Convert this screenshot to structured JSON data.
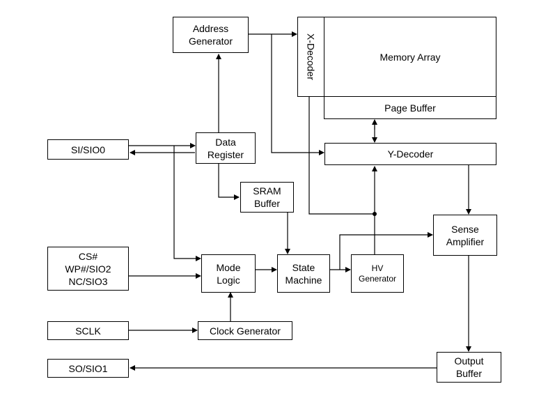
{
  "blocks": {
    "address_generator": "Address\nGenerator",
    "x_decoder": "X-Decoder",
    "memory_array": "Memory Array",
    "page_buffer": "Page Buffer",
    "si_sio0": "SI/SIO0",
    "data_register": "Data\nRegister",
    "y_decoder": "Y-Decoder",
    "sram_buffer": "SRAM\nBuffer",
    "sense_amplifier": "Sense\nAmplifier",
    "cs_wp_nc": "CS#\nWP#/SIO2\nNC/SIO3",
    "mode_logic": "Mode\nLogic",
    "state_machine": "State\nMachine",
    "hv_generator": "HV\nGenerator",
    "sclk": "SCLK",
    "clock_generator": "Clock Generator",
    "so_sio1": "SO/SIO1",
    "output_buffer": "Output\nBuffer"
  }
}
